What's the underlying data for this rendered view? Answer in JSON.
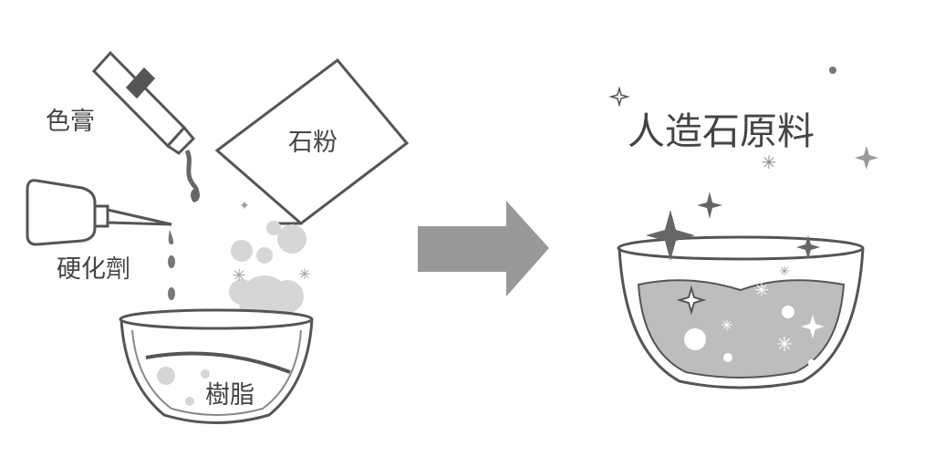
{
  "labels": {
    "pigment": "色膏",
    "stone_powder": "石粉",
    "hardener": "硬化劑",
    "resin": "樹脂",
    "result_title": "人造石原料"
  },
  "colors": {
    "outline": "#555555",
    "arrow": "#999999",
    "liquid": "#bdbdbd",
    "bubble": "#d0d0d0",
    "sparkle": "#666666"
  }
}
